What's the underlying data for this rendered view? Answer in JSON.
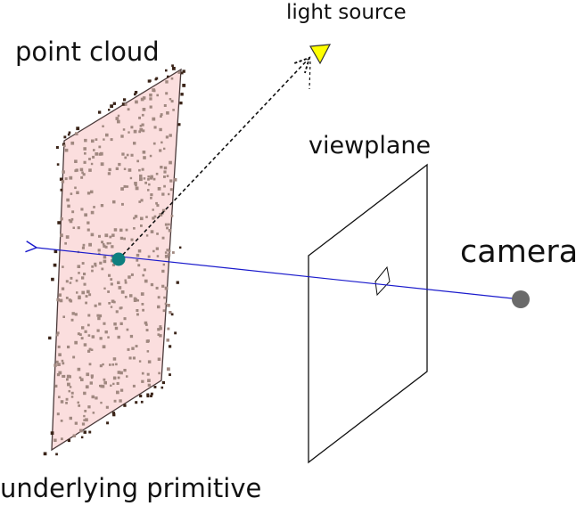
{
  "labels": {
    "point_cloud": "point cloud",
    "light_source": "light source",
    "viewplane": "viewplane",
    "camera": "camera",
    "underlying_primitive": "underlying primitive"
  },
  "colors": {
    "primitive_fill": "#fbdede",
    "primitive_stroke": "#4a3a3a",
    "points_on_surface": "#a08880",
    "points_off_surface": "#3a2418",
    "ray": "#1a1acc",
    "intersection": "#0e7f7f",
    "light": "#ffff00",
    "camera": "#6a6a6a",
    "outline": "#111111"
  },
  "icons": {
    "light_source": "triangle-down-icon",
    "camera": "circle-icon",
    "intersection": "circle-icon"
  }
}
